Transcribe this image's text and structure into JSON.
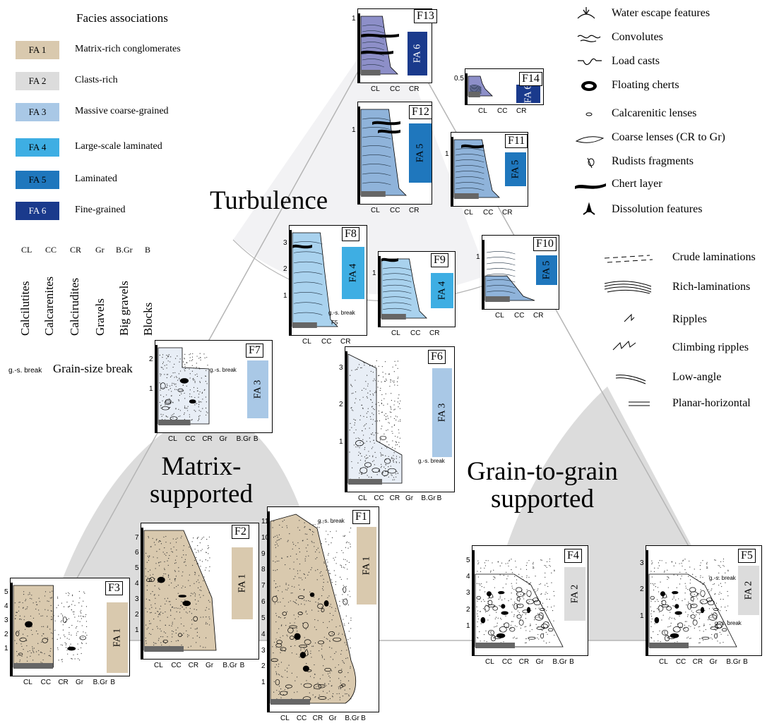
{
  "legend": {
    "title": "Facies associations",
    "facies": [
      {
        "code": "FA 1",
        "desc": "Matrix-rich conglomerates",
        "color": "#d9c9ae",
        "text_color": "#000000"
      },
      {
        "code": "FA 2",
        "desc": "Clasts-rich",
        "color": "#dcdcdc",
        "text_color": "#000000"
      },
      {
        "code": "FA 3",
        "desc": "Massive coarse-grained",
        "color": "#a9c8e6",
        "text_color": "#000000"
      },
      {
        "code": "FA 4",
        "desc": "Large-scale laminated",
        "color": "#3eaee3",
        "text_color": "#000000"
      },
      {
        "code": "FA 5",
        "desc": "Laminated",
        "color": "#1f77bd",
        "text_color": "#000000"
      },
      {
        "code": "FA 6",
        "desc": "Fine-grained",
        "color": "#1a3a8c",
        "text_color": "#ffffff"
      }
    ],
    "grain_codes": [
      "CL",
      "CC",
      "CR",
      "Gr",
      "B.Gr",
      "B"
    ],
    "grain_names": [
      "Calcilutites",
      "Calcarenites",
      "Calcirudites",
      "Gravels",
      "Big gravels",
      "Blocks"
    ],
    "gs_break_abbr": "g.-s. break",
    "gs_break_name": "Grain-size break"
  },
  "regions": {
    "turbulence": "Turbulence",
    "matrix_1": "Matrix-",
    "matrix_2": "supported",
    "grain_1": "Grain-to-grain",
    "grain_2": "supported"
  },
  "symbols": [
    {
      "icon": "water-escape-icon",
      "label": "Water escape features"
    },
    {
      "icon": "convolutes-icon",
      "label": "Convolutes"
    },
    {
      "icon": "load-casts-icon",
      "label": "Load casts"
    },
    {
      "icon": "floating-cherts-icon",
      "label": "Floating cherts"
    },
    {
      "icon": "calcarenitic-lenses-icon",
      "label": "Calcarenitic lenses"
    },
    {
      "icon": "coarse-lenses-icon",
      "label": "Coarse lenses (CR to Gr)"
    },
    {
      "icon": "rudists-fragments-icon",
      "label": "Rudists fragments"
    },
    {
      "icon": "chert-layer-icon",
      "label": "Chert layer"
    },
    {
      "icon": "dissolution-icon",
      "label": "Dissolution features"
    }
  ],
  "structures": [
    {
      "icon": "crude-laminations-icon",
      "label": "Crude laminations"
    },
    {
      "icon": "rich-laminations-icon",
      "label": "Rich-laminations"
    },
    {
      "icon": "ripples-icon",
      "label": "Ripples"
    },
    {
      "icon": "climbing-ripples-icon",
      "label": "Climbing ripples"
    },
    {
      "icon": "low-angle-icon",
      "label": "Low-angle"
    },
    {
      "icon": "planar-horizontal-icon",
      "label": "Planar-horizontal"
    }
  ],
  "logs": {
    "F1": {
      "label": "F1",
      "fa": "FA 1",
      "y_ticks": [
        "1",
        "2",
        "3",
        "4",
        "5",
        "6",
        "7",
        "8",
        "9",
        "10",
        "11"
      ],
      "x_ticks": [
        "CL",
        "CC",
        "CR",
        "Gr",
        "B.Gr",
        "B"
      ],
      "note": "g.-s. break"
    },
    "F2": {
      "label": "F2",
      "fa": "FA 1",
      "y_ticks": [
        "1",
        "2",
        "3",
        "4",
        "5",
        "6",
        "7"
      ],
      "x_ticks": [
        "CL",
        "CC",
        "CR",
        "Gr",
        "B.Gr",
        "B"
      ]
    },
    "F3": {
      "label": "F3",
      "fa": "FA 1",
      "y_ticks": [
        "1",
        "2",
        "3",
        "4",
        "5"
      ],
      "x_ticks": [
        "CL",
        "CC",
        "CR",
        "Gr",
        "B.Gr",
        "B"
      ]
    },
    "F4": {
      "label": "F4",
      "fa": "FA 2",
      "y_ticks": [
        "1",
        "2",
        "3",
        "4",
        "5"
      ],
      "x_ticks": [
        "CL",
        "CC",
        "CR",
        "Gr",
        "B.Gr",
        "B"
      ]
    },
    "F5": {
      "label": "F5",
      "fa": "FA 2",
      "y_ticks": [
        "1",
        "2",
        "3"
      ],
      "x_ticks": [
        "CL",
        "CC",
        "CR",
        "Gr",
        "B.Gr",
        "B"
      ],
      "note1": "g.-s. break",
      "note2": "g.-s. break"
    },
    "F6": {
      "label": "F6",
      "fa": "FA 3",
      "y_ticks": [
        "1",
        "2",
        "3"
      ],
      "x_ticks": [
        "CL",
        "CC",
        "CR",
        "Gr",
        "B.Gr",
        "B"
      ],
      "note": "g.-s. break"
    },
    "F7": {
      "label": "F7",
      "fa": "FA 3",
      "y_ticks": [
        "1",
        "2"
      ],
      "x_ticks": [
        "CL",
        "CC",
        "CR",
        "Gr",
        "B.Gr",
        "B"
      ],
      "note": "g.-s. break"
    },
    "F8": {
      "label": "F8",
      "fa": "FA 4",
      "y_ticks": [
        "1",
        "2",
        "3"
      ],
      "x_ticks": [
        "CL",
        "CC",
        "CR"
      ],
      "note": "g.-s. break",
      "sub": "F5"
    },
    "F9": {
      "label": "F9",
      "fa": "FA 4",
      "y_ticks": [
        "1"
      ],
      "x_ticks": [
        "CL",
        "CC",
        "CR"
      ]
    },
    "F10": {
      "label": "F10",
      "fa": "FA 5",
      "y_ticks": [
        "1"
      ],
      "x_ticks": [
        "CL",
        "CC",
        "CR"
      ]
    },
    "F11": {
      "label": "F11",
      "fa": "FA 5",
      "y_ticks": [
        "1"
      ],
      "x_ticks": [
        "CL",
        "CC",
        "CR"
      ]
    },
    "F12": {
      "label": "F12",
      "fa": "FA 5",
      "y_ticks": [
        "1"
      ],
      "x_ticks": [
        "CL",
        "CC",
        "CR"
      ]
    },
    "F13": {
      "label": "F13",
      "fa": "FA 6",
      "y_ticks": [
        "1"
      ],
      "x_ticks": [
        "CL",
        "CC",
        "CR"
      ]
    },
    "F14": {
      "label": "F14",
      "fa": "FA 6",
      "y_ticks": [
        "0.5"
      ],
      "x_ticks": [
        "CL",
        "CC",
        "CR"
      ]
    }
  }
}
